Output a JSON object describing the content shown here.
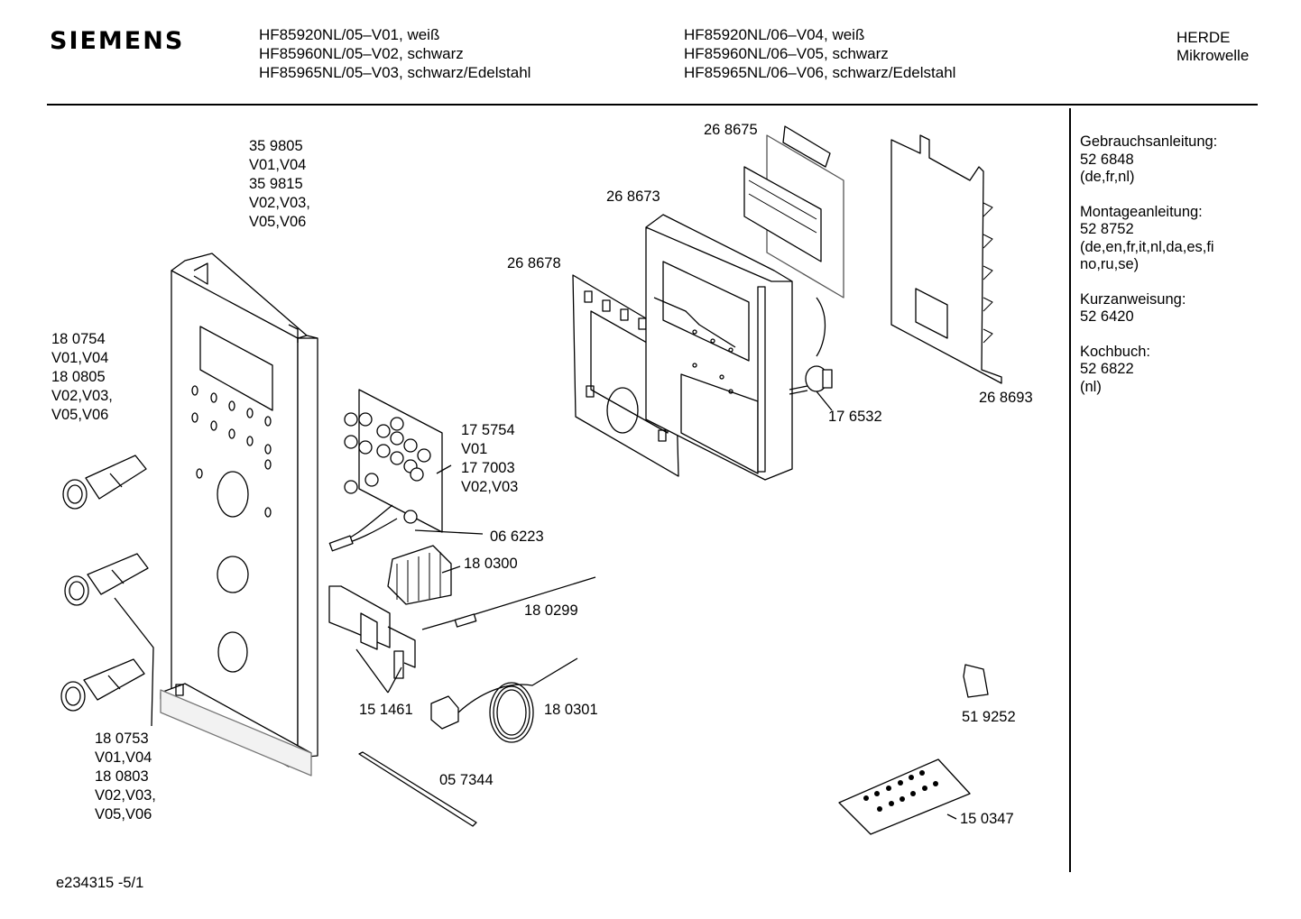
{
  "header": {
    "brand": "SIEMENS",
    "models_left": [
      "HF85920NL/05–V01, weiß",
      "HF85960NL/05–V02, schwarz",
      "HF85965NL/05–V03, schwarz/Edelstahl"
    ],
    "models_right": [
      "HF85920NL/06–V04, weiß",
      "HF85960NL/06–V05, schwarz",
      "HF85965NL/06–V06, schwarz/Edelstahl"
    ],
    "category": [
      "HERDE",
      "Mikrowelle"
    ]
  },
  "documents": [
    {
      "title": "Gebrauchsanleitung:",
      "number": "52 6848",
      "langs": [
        "(de,fr,nl)"
      ]
    },
    {
      "title": "Montageanleitung:",
      "number": "52 8752",
      "langs": [
        "(de,en,fr,it,nl,da,es,fi",
        "no,ru,se)"
      ]
    },
    {
      "title": "Kurzanweisung:",
      "number": "52 6420",
      "langs": []
    },
    {
      "title": "Kochbuch:",
      "number": "52 6822",
      "langs": [
        "(nl)"
      ]
    }
  ],
  "parts": {
    "front_panel": [
      "35 9805",
      "V01,V04",
      "35 9815",
      "V02,V03,",
      "V05,V06"
    ],
    "knob_top": [
      "18 0754",
      "V01,V04",
      "18 0805",
      "V02,V03,",
      "V05,V06"
    ],
    "knob_bottom": [
      "18 0753",
      "V01,V04",
      "18 0803",
      "V02,V03,",
      "V05,V06"
    ],
    "keyboard": [
      "17 5754",
      "V01",
      "17 7003",
      "V02,V03"
    ],
    "cable_066": "06 6223",
    "switch": "18 0300",
    "cable_0299": "18 0299",
    "bracket": "15 1461",
    "sensor": "18 0301",
    "rod": "05 7344",
    "display_frame": "26 8678",
    "module": "26 8673",
    "connector": "26 8675",
    "encoder": "17 6532",
    "board": "26 8693",
    "foil": "51 9252",
    "screws": "15 0347"
  },
  "footer": "e234315 -5/1"
}
